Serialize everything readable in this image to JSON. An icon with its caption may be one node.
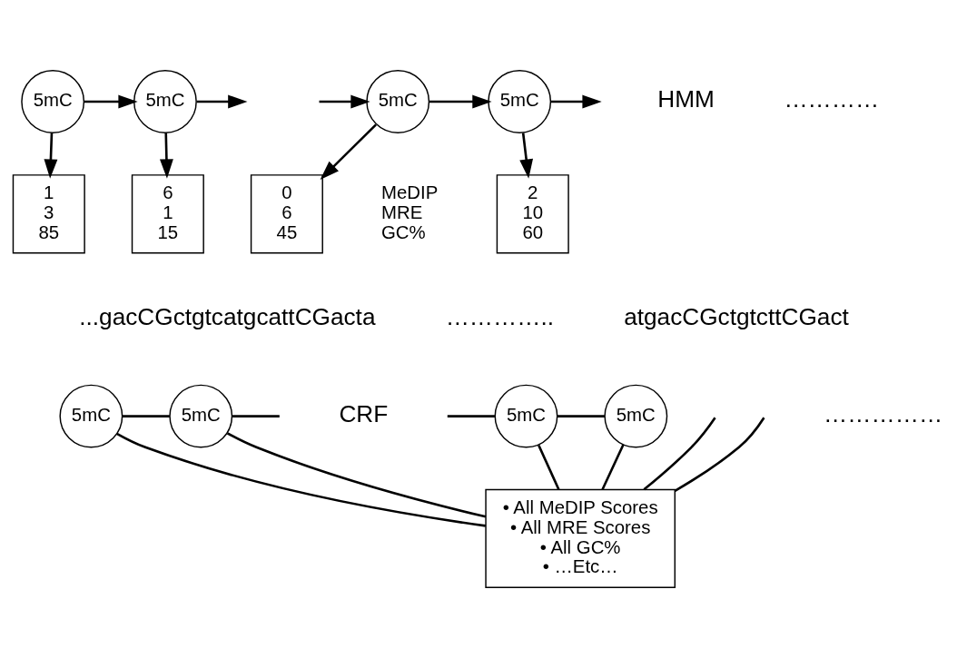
{
  "diagram": {
    "nodes": [
      {
        "text": [
          "5mC"
        ]
      },
      {
        "text": [
          "5mC"
        ]
      },
      {
        "text": [
          "5mC"
        ]
      },
      {
        "text": [
          "5mC"
        ]
      },
      {
        "text": [
          "1",
          "3",
          "85"
        ],
        "beside": [
          "MeDIP",
          "MRE",
          "GC%"
        ]
      },
      {
        "text": [
          "6",
          "1",
          "15"
        ]
      },
      {
        "text": [
          "0",
          "6",
          "45"
        ]
      },
      {
        "text": [
          "2",
          "10",
          "60"
        ]
      },
      {
        "text": [
          "5mC"
        ]
      },
      {
        "text": [
          "5mC"
        ]
      },
      {
        "text": [
          "5mC"
        ]
      },
      {
        "text": [
          "5mC"
        ]
      },
      {
        "text": [
          "• All MeDIP Scores",
          "• All MRE Scores",
          "• All GC%",
          "• …Etc…"
        ]
      }
    ],
    "edges": [
      {
        "from": 0,
        "to": 1,
        "arrow": "to"
      },
      {
        "from": 1,
        "to": null,
        "arrow": "to"
      },
      {
        "from": null,
        "to": 2,
        "arrow": "to"
      },
      {
        "from": 2,
        "to": 3,
        "arrow": "to"
      },
      {
        "from": 3,
        "to": null,
        "arrow": "to"
      },
      {
        "from": 0,
        "to": 4,
        "arrow": "to"
      },
      {
        "from": 1,
        "to": 5,
        "arrow": "to"
      },
      {
        "from": 2,
        "to": 6,
        "arrow": "to"
      },
      {
        "from": 3,
        "to": 7,
        "arrow": "to"
      },
      {
        "from": 8,
        "to": 9,
        "arrow": "none"
      },
      {
        "from": 9,
        "to": null,
        "arrow": "none"
      },
      {
        "from": null,
        "to": 10,
        "arrow": "none"
      },
      {
        "from": 10,
        "to": 11,
        "arrow": "none"
      },
      {
        "from": 8,
        "to": 12,
        "arrow": "none"
      },
      {
        "from": 9,
        "to": 12,
        "arrow": "none"
      },
      {
        "from": null,
        "to": 12,
        "arrow": "none"
      },
      {
        "from": null,
        "to": 12,
        "arrow": "none"
      },
      {
        "from": 10,
        "to": 12,
        "arrow": "none"
      },
      {
        "from": 11,
        "to": 12,
        "arrow": "none"
      }
    ],
    "labels": [
      "HMM",
      "…………",
      "...gacCGctgtcatgcattCGacta",
      "…………..",
      "atgacCGctgtcttCGact",
      "CRF",
      "……………"
    ]
  }
}
